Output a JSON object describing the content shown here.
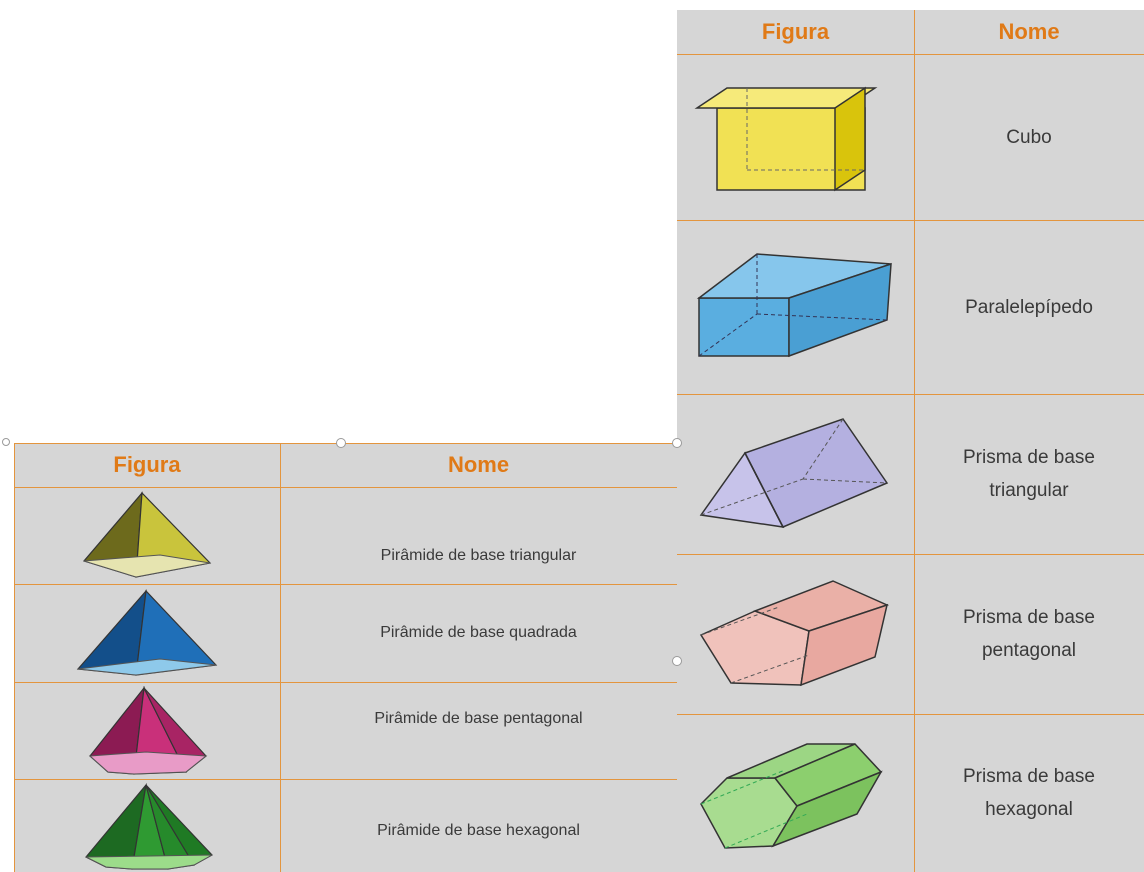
{
  "right_table": {
    "header": {
      "figure": "Figura",
      "name": "Nome"
    },
    "rows": [
      {
        "name": "Cubo",
        "icon": "cube-icon",
        "color": "#e8d214"
      },
      {
        "name": "Paralelepípedo",
        "icon": "rectangular-prism-icon",
        "color": "#5aaee0"
      },
      {
        "name": "Prisma de base\ntriangular",
        "icon": "triangular-prism-icon",
        "color": "#b4b0e0"
      },
      {
        "name": "Prisma de base\npentagonal",
        "icon": "pentagonal-prism-icon",
        "color": "#e8a8a0"
      },
      {
        "name": "Prisma de base\nhexagonal",
        "icon": "hexagonal-prism-icon",
        "color": "#8ccf6e"
      }
    ]
  },
  "left_table": {
    "header": {
      "figure": "Figura",
      "name": "Nome"
    },
    "rows": [
      {
        "name": "Pirâmide de base triangular",
        "icon": "triangular-pyramid-icon",
        "color": "#c9c43c"
      },
      {
        "name": "Pirâmide de base quadrada",
        "icon": "square-pyramid-icon",
        "color": "#1f6fb8"
      },
      {
        "name": "Pirâmide de base pentagonal",
        "icon": "pentagonal-pyramid-icon",
        "color": "#c9307a"
      },
      {
        "name": "Pirâmide de base hexagonal",
        "icon": "hexagonal-pyramid-icon",
        "color": "#2f9a32"
      }
    ]
  },
  "colors": {
    "header_text": "#e07a17",
    "grid_line": "#e3953e",
    "cell_bg": "#d6d6d6"
  }
}
